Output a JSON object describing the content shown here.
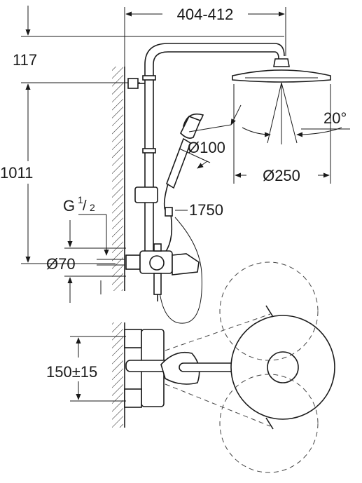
{
  "dimensions": {
    "top_width": "404-412",
    "top_offset": "117",
    "height": "1011",
    "thread_main": "G",
    "thread_num": "1",
    "thread_den": "2",
    "inlet_diameter": "Ø70",
    "hand_shower_diameter": "Ø100",
    "hose_length": "1750",
    "spray_angle": "20°",
    "head_diameter": "Ø250",
    "center_distance": "150±15"
  },
  "colors": {
    "line": "#1a1a1a",
    "background": "#ffffff"
  }
}
